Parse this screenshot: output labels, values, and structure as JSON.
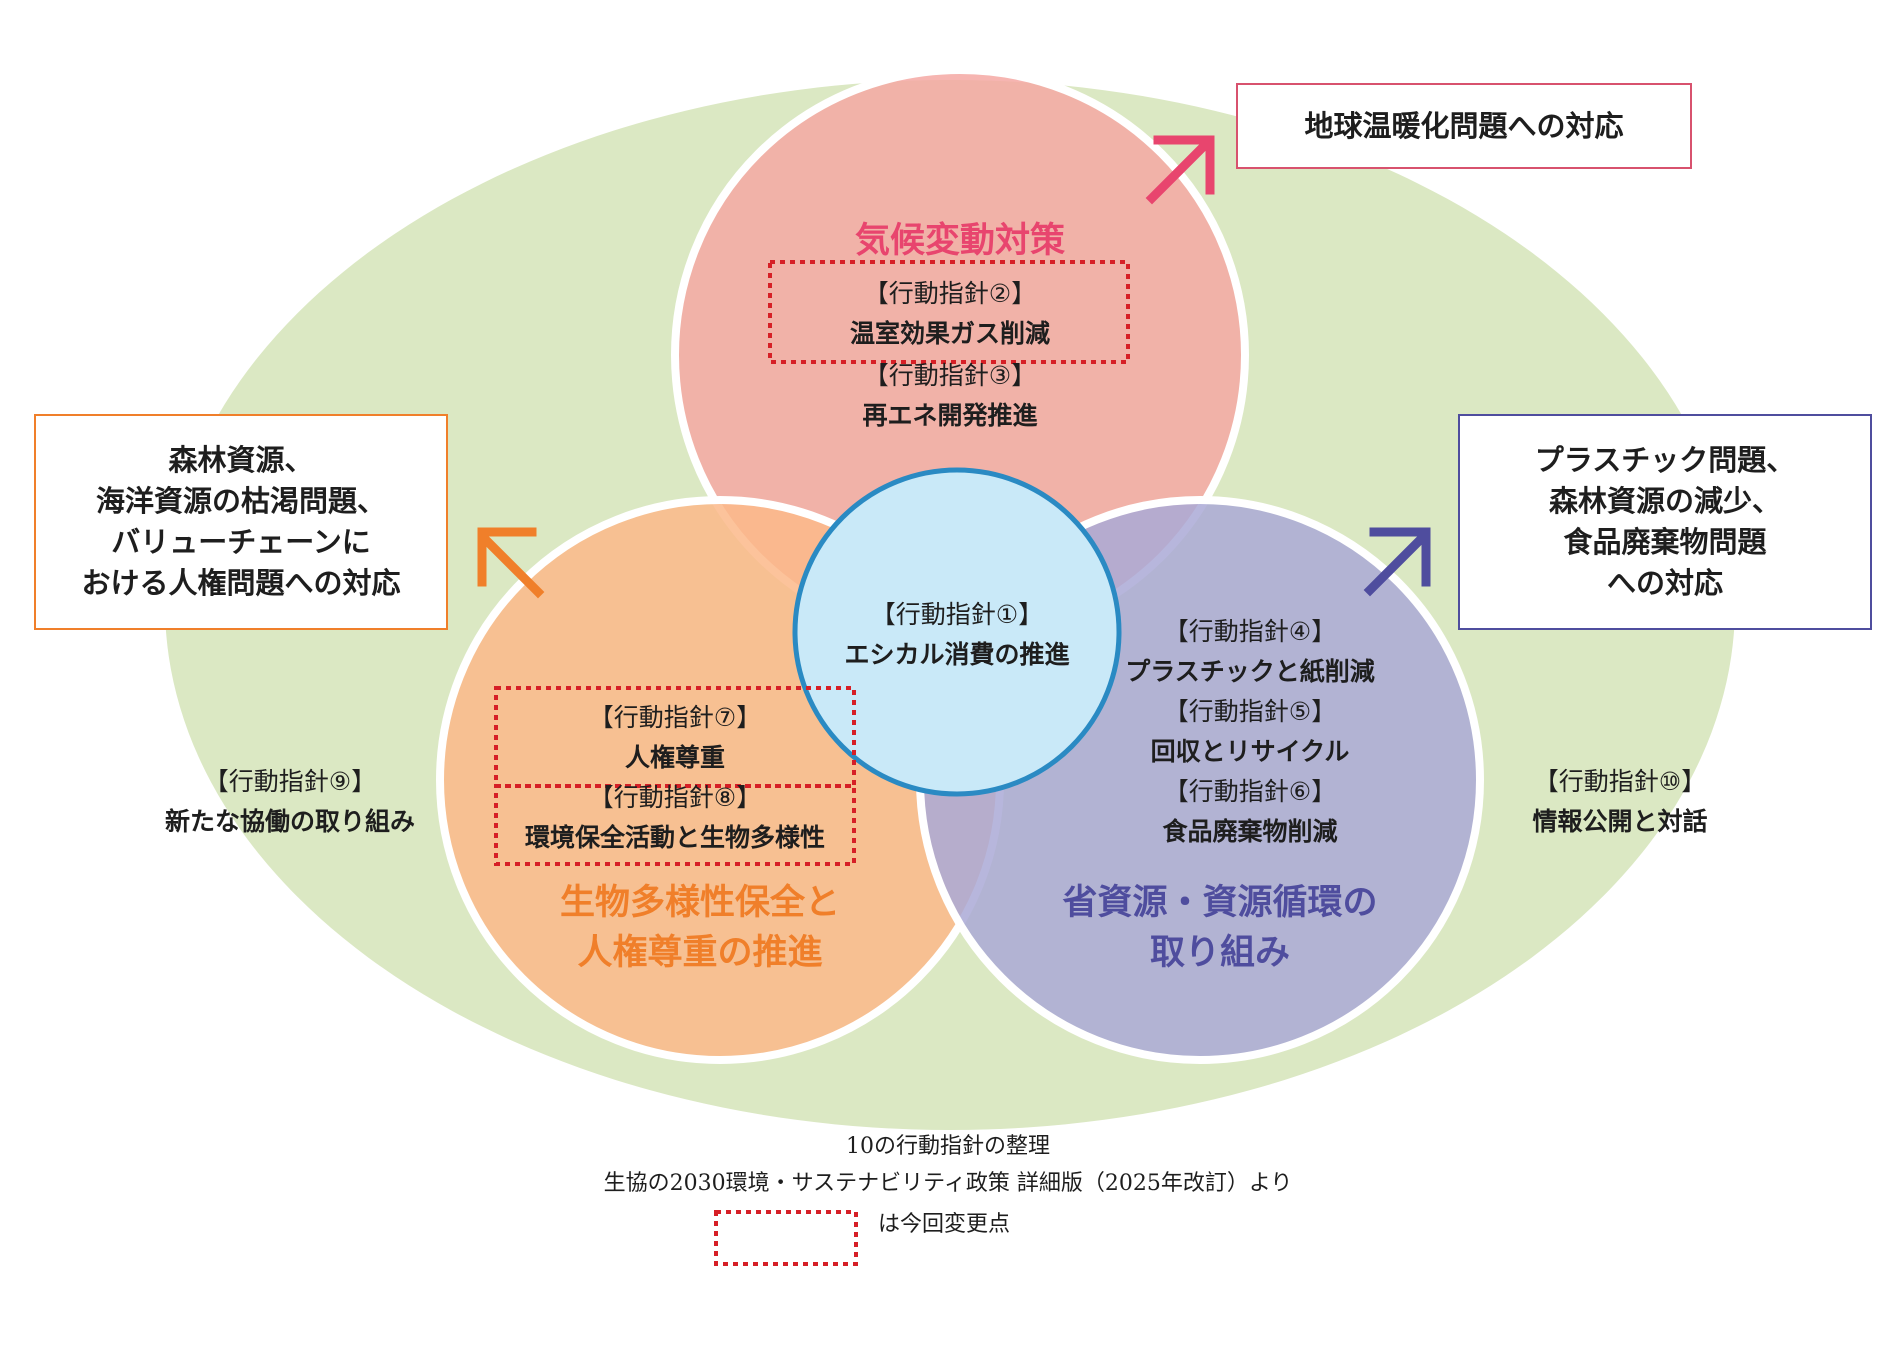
{
  "colors": {
    "outer_ellipse": "#dbe8c3",
    "circle_red": "#f4a8a3",
    "circle_orange": "#fbb98a",
    "circle_purple": "#aaa9d6",
    "center_circle_fill": "#c9e9f8",
    "center_circle_stroke": "#2a8ac3",
    "dotted_frame": "#d61f26",
    "arrow_red": "#e8456e",
    "arrow_orange": "#f07f2a",
    "arrow_purple": "#4f4d9e"
  },
  "circles": {
    "top": {
      "title": "気候変動対策",
      "ap2": {
        "code": "【行動指針②】",
        "name": "温室効果ガス削減"
      },
      "ap3": {
        "code": "【行動指針③】",
        "name": "再エネ開発推進"
      }
    },
    "center": {
      "ap1": {
        "code": "【行動指針①】",
        "name": "エシカル消費の推進"
      }
    },
    "left": {
      "title_line1": "生物多様性保全と",
      "title_line2": "人権尊重の推進",
      "ap7": {
        "code": "【行動指針⑦】",
        "name": "人権尊重"
      },
      "ap8": {
        "code": "【行動指針⑧】",
        "name": "環境保全活動と生物多様性"
      }
    },
    "right": {
      "title_line1": "省資源・資源循環の",
      "title_line2": "取り組み",
      "ap4": {
        "code": "【行動指針④】",
        "name": "プラスチックと紙削減"
      },
      "ap5": {
        "code": "【行動指針⑤】",
        "name": "回収とリサイクル"
      },
      "ap6": {
        "code": "【行動指針⑥】",
        "name": "食品廃棄物削減"
      }
    }
  },
  "outside": {
    "ap9": {
      "code": "【行動指針⑨】",
      "name": "新たな協働の取り組み"
    },
    "ap10": {
      "code": "【行動指針⑩】",
      "name": "情報公開と対話"
    }
  },
  "callouts": {
    "top_right": "地球温暖化問題への対応",
    "left": "森林資源、\n海洋資源の枯渇問題、\nバリューチェーンに\nおける人権問題への対応",
    "right": "プラスチック問題、\n森林資源の減少、\n食品廃棄物問題\nへの対応"
  },
  "caption": {
    "line1": "10の行動指針の整理",
    "line2": "生協の2030環境・サステナビリティ政策 詳細版（2025年改訂）より",
    "legend_text": "は今回変更点"
  }
}
